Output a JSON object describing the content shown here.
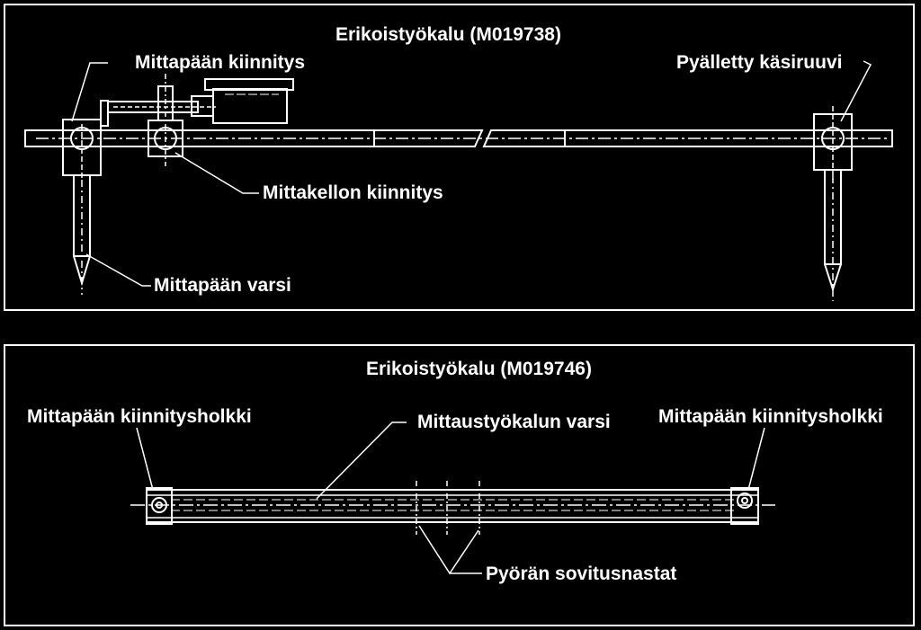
{
  "top_panel": {
    "title": "Erikoistyökalu (M019738)",
    "labels": {
      "probe_mount": "Mittapään kiinnitys",
      "knurled_screw": "Pyälletty käsiruuvi",
      "dial_mount": "Mittakellon kiinnitys",
      "probe_arm": "Mittapään varsi"
    }
  },
  "bottom_panel": {
    "title": "Erikoistyökalu (M019746)",
    "labels": {
      "sleeve_left": "Mittapään kiinnitysholkki",
      "sleeve_right": "Mittapään kiinnitysholkki",
      "tool_arm": "Mittaustyökalun varsi",
      "wheel_pins": "Pyörän sovitusnastat"
    }
  },
  "colors": {
    "background": "#000000",
    "line": "#ffffff"
  }
}
